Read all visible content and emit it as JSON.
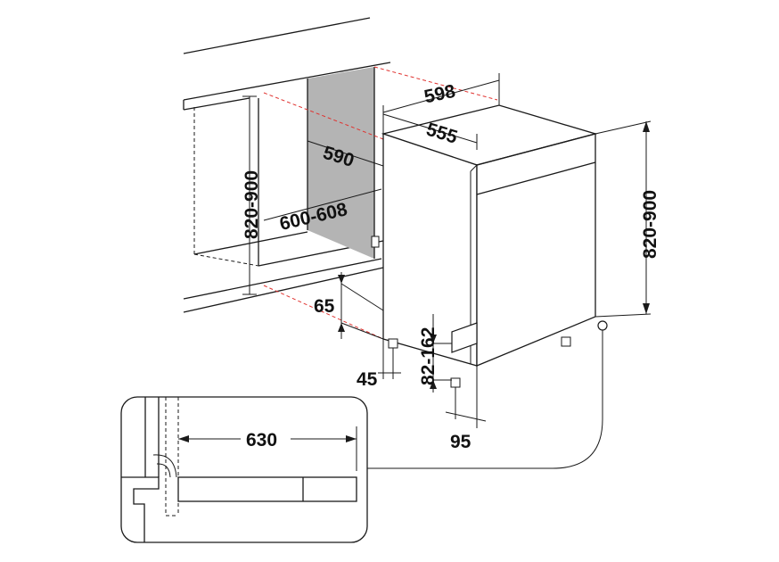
{
  "colors": {
    "line": "#1a1a1a",
    "cutout_marker": "#e0322f",
    "niche_back": "#b4b4b4",
    "appliance_fill": "#ffffff"
  },
  "dimensions": {
    "top_width": "598",
    "top_depth": "555",
    "niche_width": "590",
    "niche_depth": "600-608",
    "niche_height": "820-900",
    "appliance_height": "820-900",
    "rear_foot_height": "65",
    "rear_foot_offset": "45",
    "plinth_height": "82-162",
    "plinth_offset": "95",
    "door_swing_clearance": "630"
  }
}
